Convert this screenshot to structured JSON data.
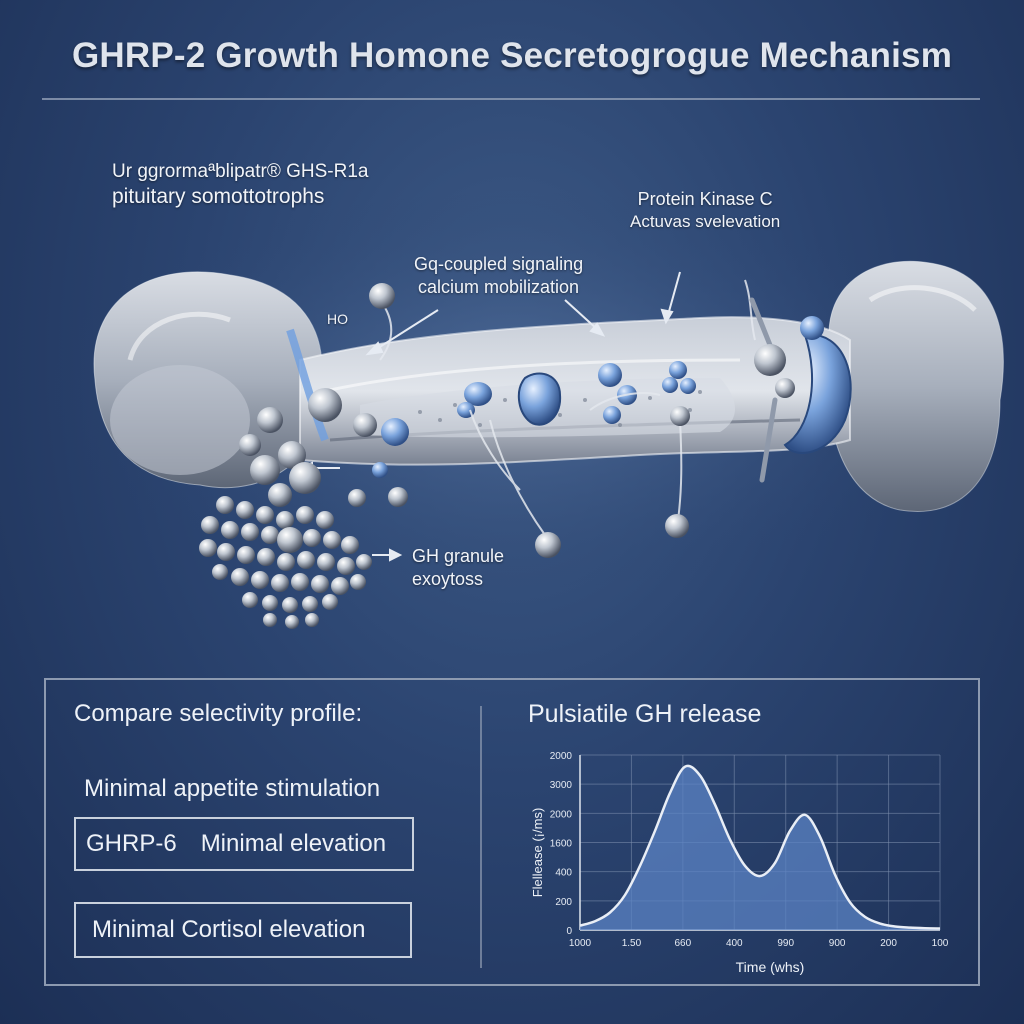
{
  "title": "GHRP-2 Growth Homone Secretogrogue Mechanism",
  "labels": {
    "receptor_line1": "Ur ggrormaªblipatr® GHS-R1a",
    "receptor_line2": "pituitary somottotrophs",
    "gq_line1": "Gq-coupled signaling",
    "gq_line2": "calcium mobilization",
    "pkc_line1": "Protein Kinase C",
    "pkc_line2": "Actuvas svelevation",
    "ho": "HO",
    "granule_line1": "GH granule",
    "granule_line2": "exoytoss"
  },
  "selectivity": {
    "heading": "Compare selectivity profile:",
    "subheading": "Minimal appetite stimulation",
    "row1_name": "GHRP-6",
    "row1_value": "Minimal elevation",
    "row2": "Minimal Cortisol elevation"
  },
  "colors": {
    "curve_fill": "#5b83c4",
    "curve_stroke": "#e9eef6",
    "accent_blue": "#6f9fe0"
  },
  "chart_data": {
    "type": "area",
    "title": "Pulsiatile GH release",
    "xlabel": "Time (whs)",
    "ylabel": "Flellease (¡/ms)",
    "x_ticks": [
      "1000",
      "1.50",
      "660",
      "400",
      "990",
      "900",
      "200",
      "100"
    ],
    "y_ticks": [
      "0",
      "200",
      "400",
      "1600",
      "2000",
      "3000",
      "2000"
    ],
    "grid": true,
    "x": [
      0,
      0.5,
      1,
      1.5,
      2,
      2.5,
      3,
      3.5,
      4,
      4.5,
      5,
      5.5,
      6,
      6.5,
      7,
      7.5,
      8,
      8.5,
      9,
      9.5,
      10,
      10.5,
      11,
      11.5,
      12
    ],
    "values": [
      0.15,
      0.3,
      0.6,
      1.2,
      2.2,
      3.4,
      4.7,
      5.6,
      5.3,
      4.3,
      3.1,
      2.2,
      1.85,
      2.3,
      3.4,
      3.95,
      3.2,
      1.9,
      0.95,
      0.45,
      0.22,
      0.12,
      0.08,
      0.06,
      0.05
    ],
    "ylim": [
      0,
      6
    ]
  }
}
